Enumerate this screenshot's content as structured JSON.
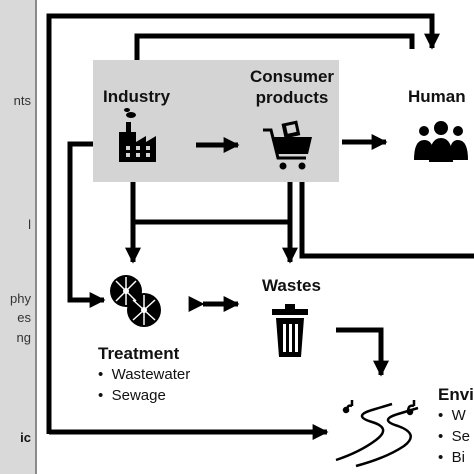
{
  "sidebar": {
    "fragments": [
      "nts",
      "l",
      "phy",
      "es",
      "ng",
      "ic"
    ]
  },
  "nodes": {
    "industry": "Industry",
    "consumer_products": "Consumer\nproducts",
    "human": "Human",
    "wastes": "Wastes",
    "treatment": {
      "title": "Treatment",
      "items": [
        "Wastewater",
        "Sewage"
      ]
    },
    "environment": {
      "title": "Envi",
      "items": [
        "W",
        "Se",
        "Bi"
      ]
    }
  },
  "icons": [
    "factory-icon",
    "shopping-cart-icon",
    "people-icon",
    "treatment-wheels-icon",
    "trash-can-icon",
    "river-icon"
  ],
  "colors": {
    "box_fill": "#d4d4d4",
    "ink": "#000000"
  }
}
